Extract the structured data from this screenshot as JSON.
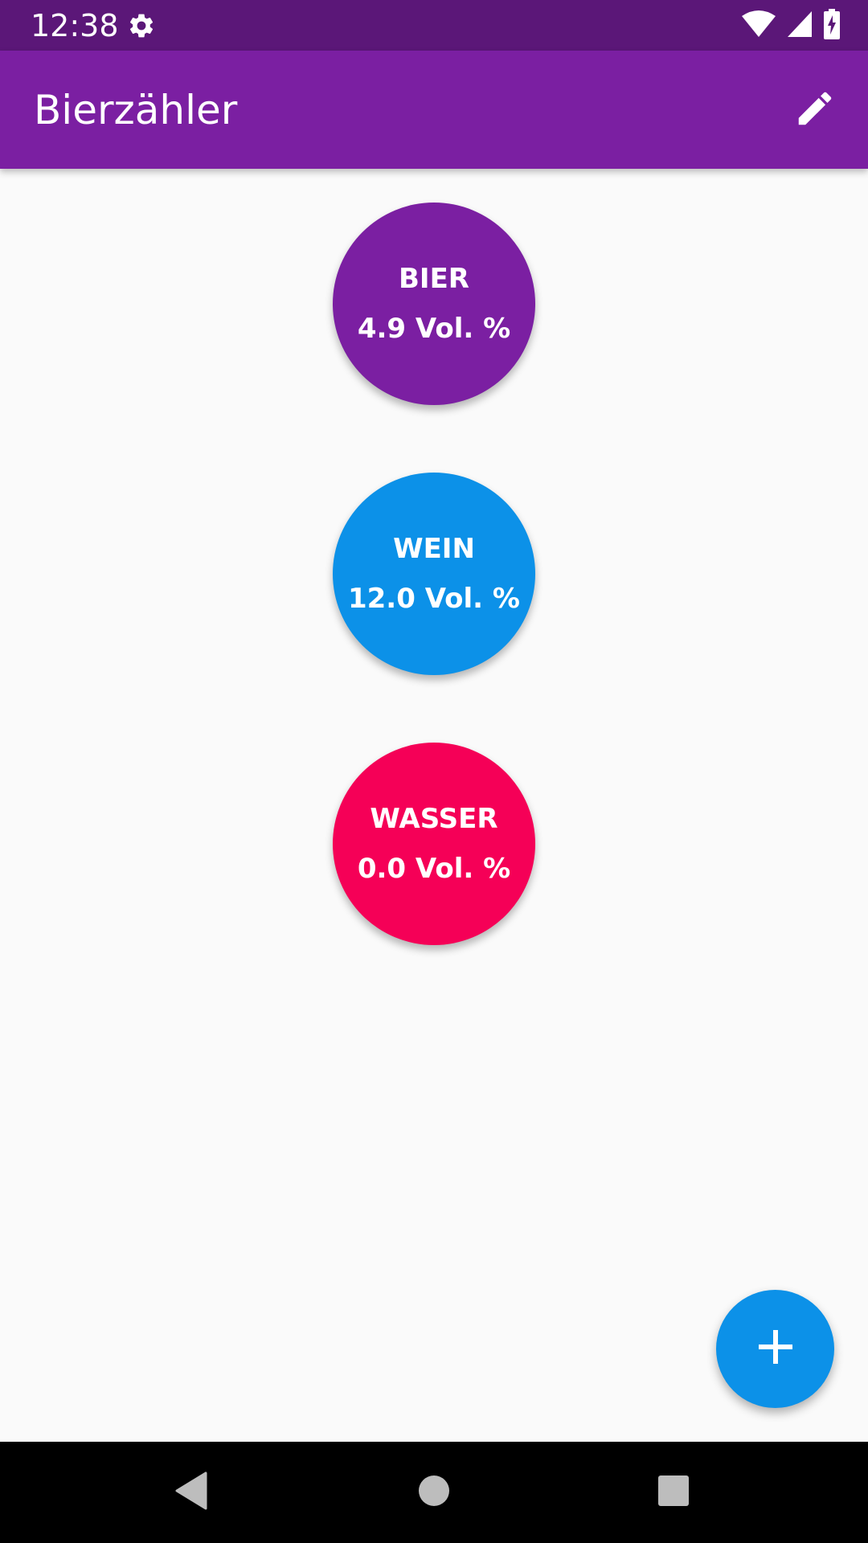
{
  "status_bar": {
    "time": "12:38",
    "icons": [
      "settings-icon",
      "wifi-icon",
      "signal-icon",
      "battery-charging-icon"
    ]
  },
  "app_bar": {
    "title": "Bierzähler",
    "action_icon": "edit-icon"
  },
  "drinks": [
    {
      "name": "BIER",
      "abv": "4.9 Vol. %",
      "color": "#7b1fa2"
    },
    {
      "name": "WEIN",
      "abv": "12.0 Vol. %",
      "color": "#0c91e8"
    },
    {
      "name": "WASSER",
      "abv": "0.0 Vol. %",
      "color": "#f50057"
    }
  ],
  "fab": {
    "icon": "plus-icon",
    "color": "#0c91e8"
  },
  "nav_bar": {
    "icons": [
      "back-icon",
      "home-icon",
      "recents-icon"
    ]
  },
  "colors": {
    "status_bar": "#5b1778",
    "app_bar": "#7b1fa2",
    "background": "#fafafa"
  }
}
